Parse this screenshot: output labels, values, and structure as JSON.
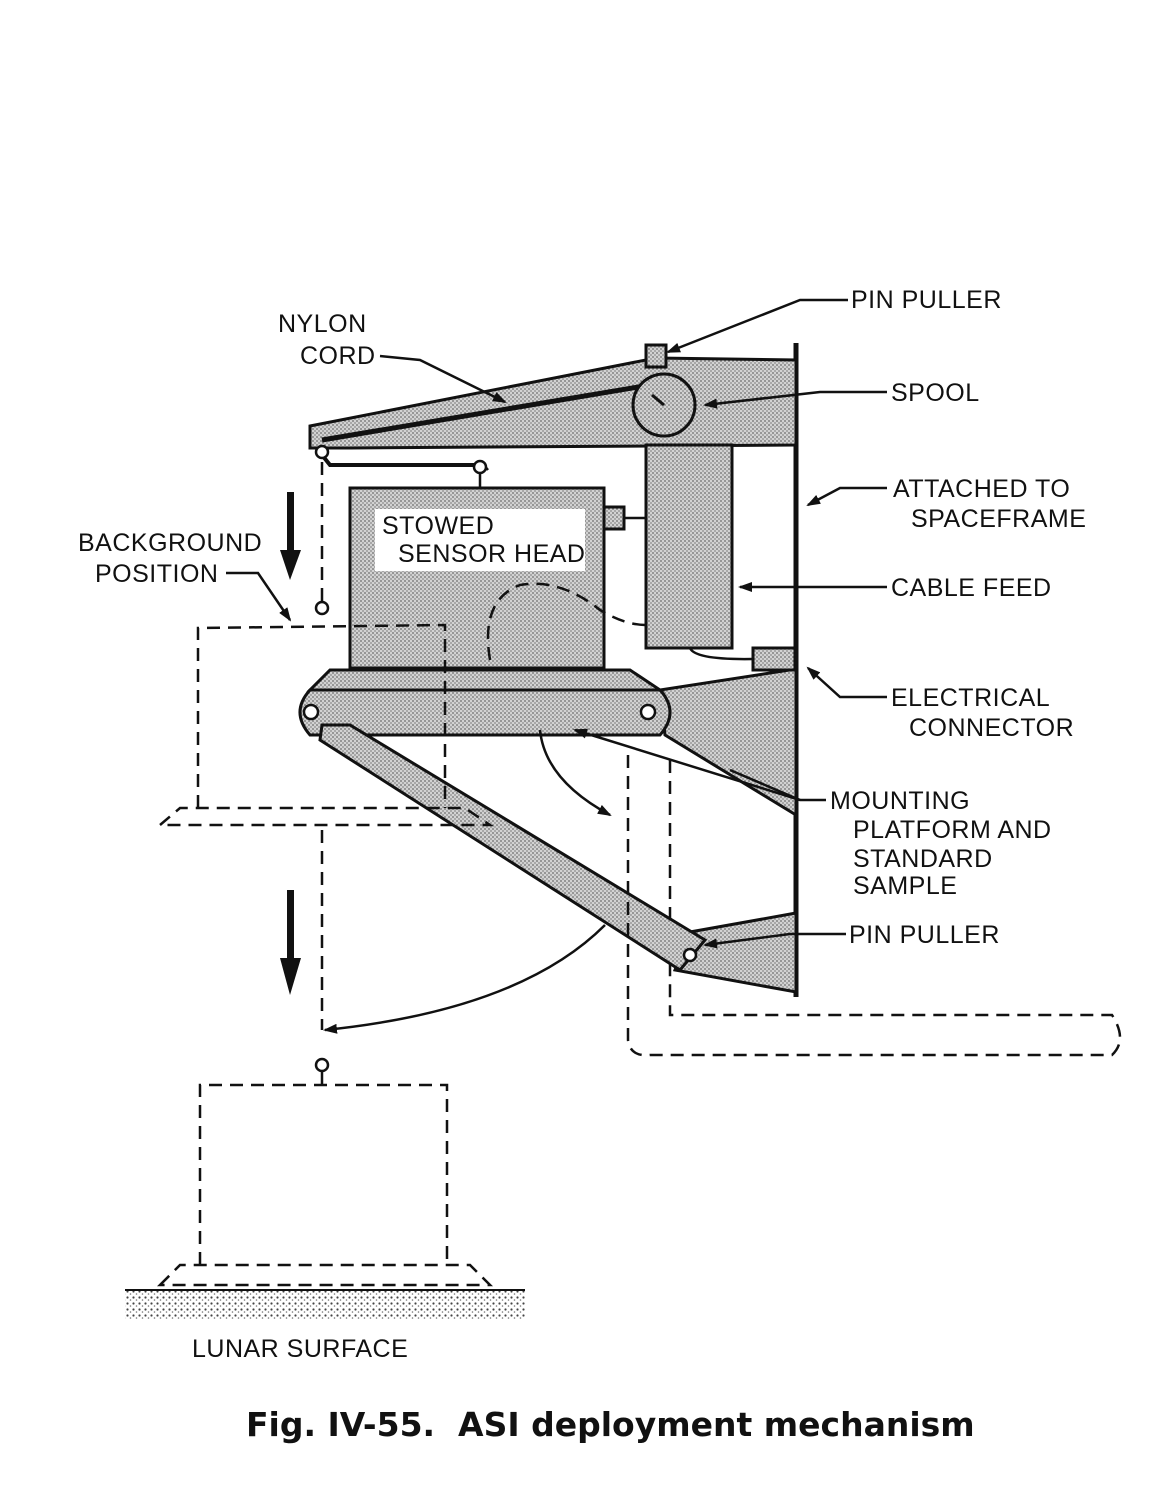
{
  "figure": {
    "caption": "Fig. IV-55.  ASI deployment mechanism"
  },
  "labels": {
    "pin_puller_top": "PIN PULLER",
    "nylon_cord": [
      "NYLON",
      "CORD"
    ],
    "spool": "SPOOL",
    "attached_to_spaceframe": [
      "ATTACHED TO",
      "SPACEFRAME"
    ],
    "stowed_sensor_head": [
      "STOWED",
      "SENSOR HEAD"
    ],
    "background_position": [
      "BACKGROUND",
      "POSITION"
    ],
    "cable_feed": "CABLE FEED",
    "electrical_connector": [
      "ELECTRICAL",
      "CONNECTOR"
    ],
    "mounting_platform": [
      "MOUNTING",
      "PLATFORM AND",
      "STANDARD",
      "SAMPLE"
    ],
    "pin_puller_bottom": "PIN PULLER",
    "lunar_surface": "LUNAR SURFACE"
  }
}
